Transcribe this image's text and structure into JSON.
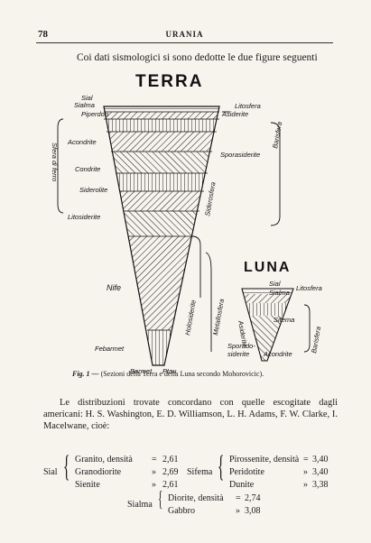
{
  "header": {
    "page_number": "78",
    "journal": "URANIA"
  },
  "intro": "Coi dati sismologici si sono dedotte le due figure seguenti",
  "figure": {
    "earth_title": "TERRA",
    "moon_title": "LUNA",
    "earth_labels": {
      "sial": "Sial",
      "sialma": "Sialma",
      "piperdon": "Piperdon",
      "litosfera": "Litosfera",
      "asiderite": "Asiderite",
      "acondrite": "Acondrite",
      "sporasiderite": "Sporasiderite",
      "condrite": "Condrite",
      "siderolite": "Siderolite",
      "litosiderite": "Litosiderite",
      "siderosfera": "Siderosfera",
      "sfera_di_ferro": "Sfera di ferro",
      "barisfera": "Barisfera",
      "nife": "Nife",
      "holosiderite": "Holosiderite",
      "metallosfera": "Metallosfera",
      "febarmet": "Febarmet",
      "barmet": "Barmet",
      "ptau": "Ptau"
    },
    "moon_labels": {
      "sial": "Sial",
      "sialma": "Sialma",
      "litosfera": "Litosfera",
      "asiderite": "Asiderite",
      "sifema": "Sifema",
      "sporadosiderite": "Sporado-\nsiderite",
      "acondrite": "Acondrite",
      "barisfera": "Barisfera"
    },
    "caption_prefix": "Fig. 1 —",
    "caption_text": "(Sezioni della Terra e della Luna secondo Mohorovicic)."
  },
  "paragraph": "Le distribuzioni trovate concordano con quelle escogitate dagli americani: H. S. Washington, E. D. Williamson, L. H. Adams, F. W. Clarke, I. Macelwane, cioè:",
  "table": {
    "sial": {
      "label": "Sial",
      "rows": [
        {
          "name": "Granito, densità",
          "op": "=",
          "value": "2,61"
        },
        {
          "name": "Granodiorite",
          "op": "»",
          "value": "2,69"
        },
        {
          "name": "Sienite",
          "op": "»",
          "value": "2,61"
        }
      ]
    },
    "sifema": {
      "label": "Sifema",
      "rows": [
        {
          "name": "Pirossenite, densità",
          "op": "=",
          "value": "3,40"
        },
        {
          "name": "Peridotite",
          "op": "»",
          "value": "3,40"
        },
        {
          "name": "Dunite",
          "op": "»",
          "value": "3,38"
        }
      ]
    },
    "sialma": {
      "label": "Sialma",
      "rows": [
        {
          "name": "Diorite, densità",
          "op": "=",
          "value": "2,74"
        },
        {
          "name": "Gabbro",
          "op": "»",
          "value": "3,08"
        }
      ]
    }
  }
}
